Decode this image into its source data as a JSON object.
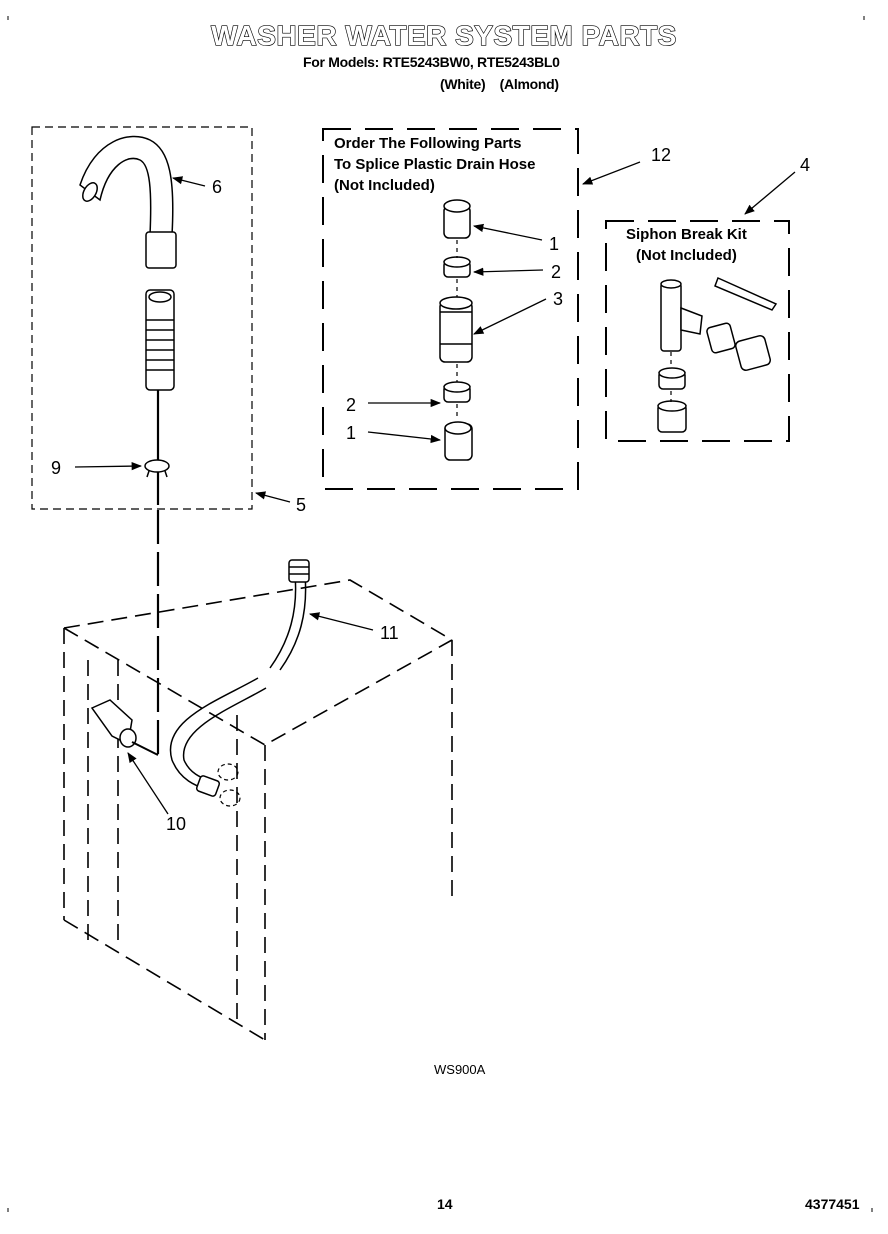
{
  "header": {
    "title": "WASHER WATER SYSTEM PARTS",
    "models_line": "For Models: RTE5243BW0, RTE5243BL0",
    "colors_line": "(White)    (Almond)"
  },
  "splice_box": {
    "line1": "Order The Following Parts",
    "line2": "To Splice Plastic Drain Hose",
    "line3": "(Not Included)"
  },
  "siphon_box": {
    "line1": "Siphon Break Kit",
    "line2": "(Not Included)"
  },
  "callouts": {
    "c6": "6",
    "c9": "9",
    "c5": "5",
    "c12": "12",
    "c4": "4",
    "c1a": "1",
    "c2a": "2",
    "c3": "3",
    "c2b": "2",
    "c1b": "1",
    "c11": "11",
    "c10": "10"
  },
  "footer": {
    "diagram_code": "WS900A",
    "page_number": "14",
    "doc_number": "4377451"
  }
}
